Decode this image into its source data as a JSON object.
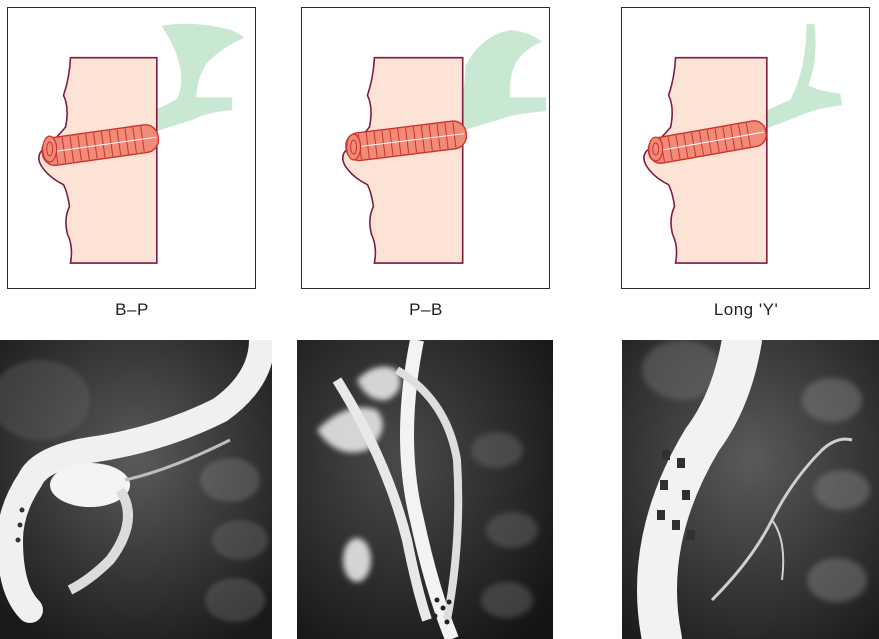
{
  "figure": {
    "panels": [
      {
        "label": "B–P",
        "variant": "bp"
      },
      {
        "label": "P–B",
        "variant": "pb"
      },
      {
        "label": "Long 'Y'",
        "variant": "longy"
      }
    ],
    "colors": {
      "duodenum_fill": "#fde2d6",
      "duodenum_outline": "#7a1d43",
      "bile_duct_fill": "#c8e8d2",
      "stent_fill": "#f28a78",
      "stent_outline": "#c8332c",
      "frame": "#2b2b2b"
    },
    "radiographs": [
      {
        "name": "radiograph-bp"
      },
      {
        "name": "radiograph-pb"
      },
      {
        "name": "radiograph-longy"
      }
    ]
  }
}
